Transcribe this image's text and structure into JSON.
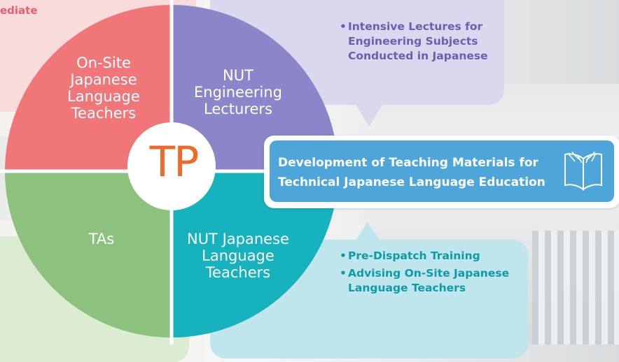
{
  "background": {
    "photo_description": "classroom-photo"
  },
  "colors": {
    "onsite": "#f07679",
    "nut_engineering": "#8b86c9",
    "tas": "#8cc27e",
    "nut_japanese": "#16b3be",
    "tp": "#ee6a2a",
    "banner": "#4ea5d9"
  },
  "wheel": {
    "center_label": "TP",
    "segments": {
      "onsite": [
        "On-Site",
        "Japanese",
        "Language",
        "Teachers"
      ],
      "nut_engineering": [
        "NUT",
        "Engineering",
        "Lecturers"
      ],
      "tas": [
        "TAs"
      ],
      "nut_japanese": [
        "NUT Japanese",
        "Language",
        "Teachers"
      ]
    }
  },
  "pink_bubble": {
    "fragment": "ediate"
  },
  "purple_bubble": {
    "items": [
      "Intensive Lectures for Engineering Subjects Conducted in Japanese"
    ]
  },
  "cyan_bubble": {
    "items": [
      "Pre-Dispatch Training",
      "Advising On-Site Japanese Language Teachers"
    ]
  },
  "banner": {
    "line1": "Development of Teaching Materials for",
    "line2": "Technical Japanese Language Education",
    "icon": "open-book-icon"
  }
}
